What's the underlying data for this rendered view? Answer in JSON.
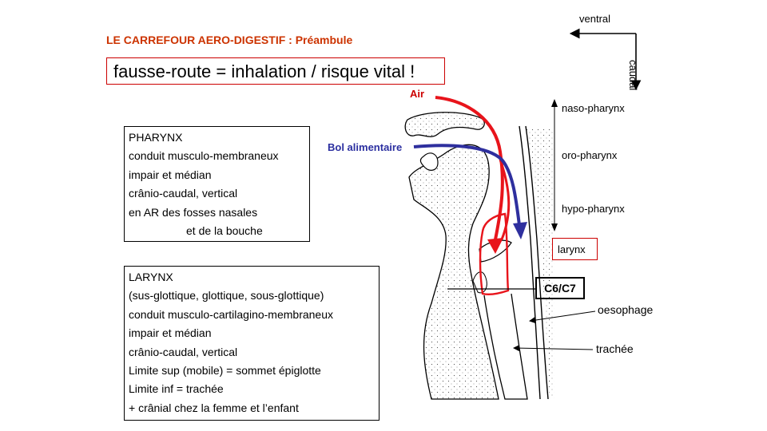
{
  "header": {
    "title": "LE CARREFOUR AERO-DIGESTIF : Préambule",
    "alert": "fausse-route = inhalation / risque vital !"
  },
  "pharynx_box": {
    "lines": [
      "PHARYNX",
      "conduit musculo-membraneux",
      "impair et médian",
      "crânio-caudal, vertical",
      "en AR des fosses nasales",
      "            et de la bouche"
    ]
  },
  "larynx_box": {
    "lines": [
      "LARYNX",
      "(sus-glottique,  glottique, sous-glottique)",
      "conduit musculo-cartilagino-membraneux",
      "impair et médian",
      "crânio-caudal, vertical",
      "Limite sup (mobile) = sommet épiglotte",
      "Limite inf = trachée",
      "+ crânial chez  la femme et l’enfant"
    ]
  },
  "orientation": {
    "ventral": "ventral",
    "caudal": "caudal"
  },
  "diagram": {
    "air": "Air",
    "bolus": "Bol alimentaire",
    "naso": "naso-pharynx",
    "oro": "oro-pharynx",
    "hypo": "hypo-pharynx",
    "larynx": "larynx",
    "c6c7": "C6/C7",
    "oesophage": "oesophage",
    "trachee": "trachée",
    "air_color": "#e8141b",
    "bolus_color": "#2e2f9e"
  }
}
